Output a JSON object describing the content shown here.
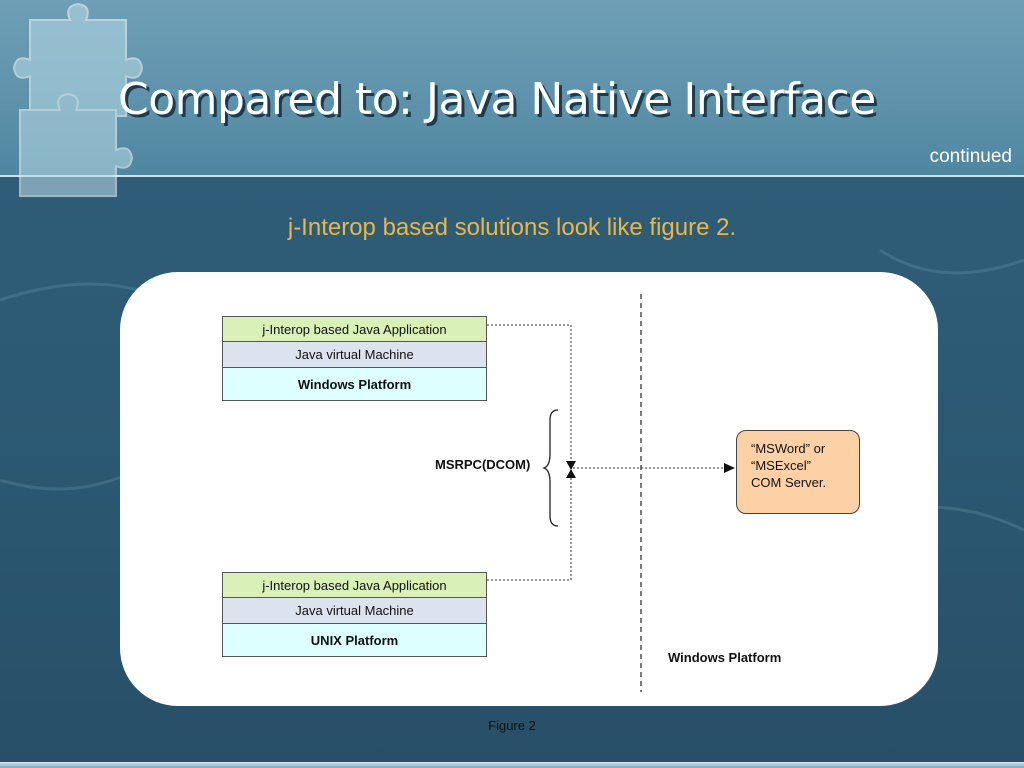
{
  "slide": {
    "title": "Compared to: Java Native Interface",
    "continued": "continued",
    "subtitle": "j-Interop based solutions look like figure 2.",
    "caption": "Figure 2"
  },
  "diagram": {
    "top_stack": {
      "app": "j-Interop based Java Application",
      "jvm": "Java virtual Machine",
      "platform": "Windows Platform"
    },
    "bottom_stack": {
      "app": "j-Interop based Java Application",
      "jvm": "Java virtual Machine",
      "platform": "UNIX Platform"
    },
    "protocol_label": "MSRPC(DCOM)",
    "com_server": {
      "line1": "“MSWord” or",
      "line2": "“MSExcel”",
      "line3": "COM Server."
    },
    "right_side_label": "Windows Platform"
  },
  "colors": {
    "title_text": "#ffffff",
    "subtitle_text": "#e8b64a",
    "app_box": "#d9f0b8",
    "jvm_box": "#dbe3ee",
    "platform_box": "#ddffff",
    "com_box": "#fdd0a6"
  }
}
